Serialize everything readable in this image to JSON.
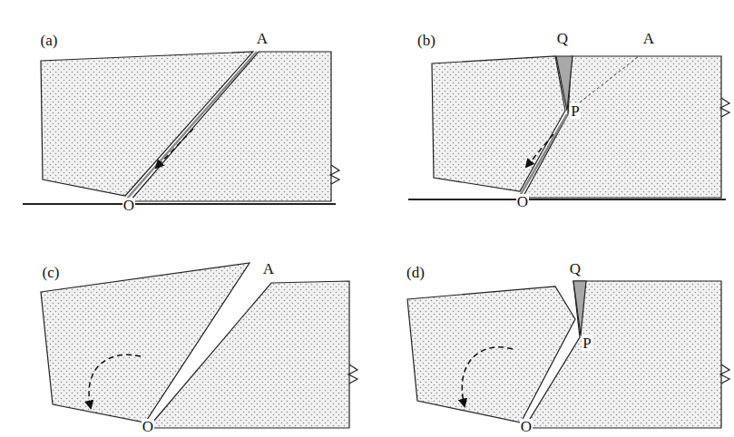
{
  "diagram": {
    "labels": [
      "(a)",
      "A",
      "O",
      "(b)",
      "Q",
      "A",
      "P",
      "O",
      "(c)",
      "A",
      "O",
      "(d)",
      "Q",
      "P",
      "O"
    ]
  }
}
